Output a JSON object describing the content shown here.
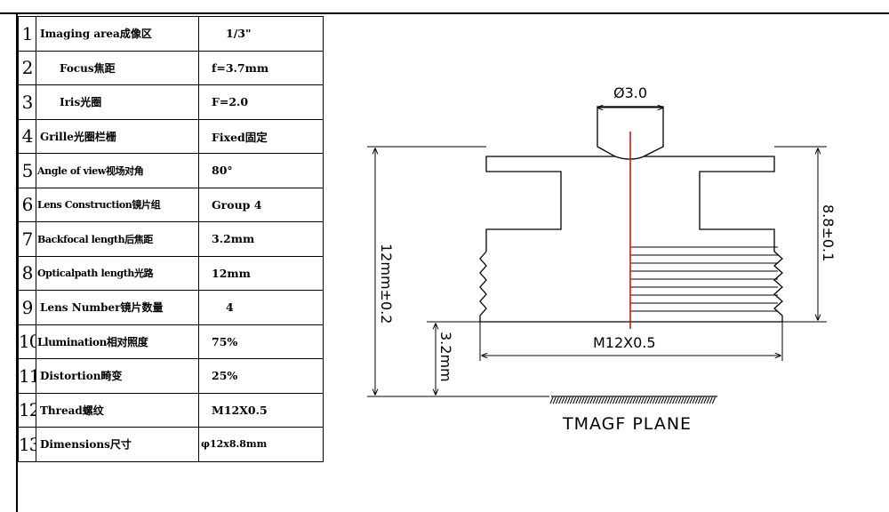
{
  "spec_table": {
    "rows": [
      {
        "no": "1",
        "name": "Imaging area成像区",
        "value": "1/3\""
      },
      {
        "no": "2",
        "name": "Focus焦距",
        "value": "f=3.7mm"
      },
      {
        "no": "3",
        "name": "Iris光圈",
        "value": "F=2.0"
      },
      {
        "no": "4",
        "name": "Grille光圈栏栅",
        "value": "Fixed固定"
      },
      {
        "no": "5",
        "name": "Angle of view视场对角",
        "value": "80°"
      },
      {
        "no": "6",
        "name": "Lens Construction镜片组",
        "value": "Group 4"
      },
      {
        "no": "7",
        "name": "Backfocal length后焦距",
        "value": "3.2mm"
      },
      {
        "no": "8",
        "name": "Opticalpath length光路",
        "value": "12mm"
      },
      {
        "no": "9",
        "name": "Lens Number镜片数量",
        "value": "4"
      },
      {
        "no": "10",
        "name": "Llumination相对照度",
        "value": "75%"
      },
      {
        "no": "11",
        "name": "Distortion畸变",
        "value": "25%"
      },
      {
        "no": "12",
        "name": "Thread螺纹",
        "value": "M12X0.5"
      },
      {
        "no": "13",
        "name": "Dimensions尺寸",
        "value": "φ12x8.8mm"
      }
    ]
  },
  "drawing": {
    "dim_top_diameter": "Ø3.0",
    "dim_total_height": "12mm±0.2",
    "dim_body_height": "8.8±0.1",
    "dim_back_focal": "3.2mm",
    "dim_thread": "M12X0.5",
    "plane_label": "TMAGF  PLANE",
    "optical_axis_color": "#e00000"
  }
}
